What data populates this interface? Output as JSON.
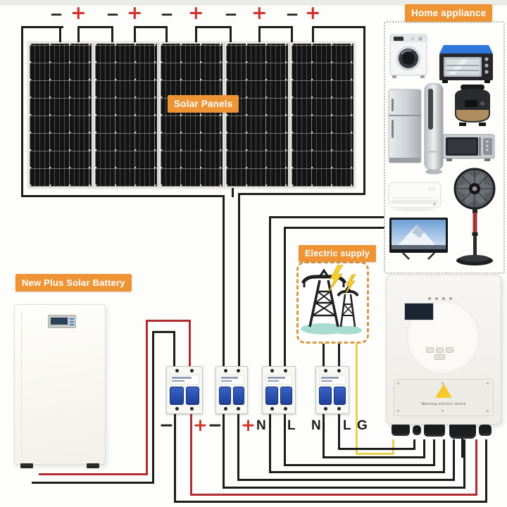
{
  "badges": {
    "solar_panels": "Solar Panels",
    "home_appliance": "Home appliance",
    "battery": "New Plus Solar Battery",
    "electric_supply": "Electric supply"
  },
  "panel_string": {
    "panel_count": 5,
    "terminals": [
      "−",
      "+",
      "−",
      "+",
      "−",
      "+",
      "−",
      "+",
      "−",
      "+"
    ]
  },
  "breakers": {
    "breaker_count": 4,
    "output_labels": [
      "−",
      "+",
      "−",
      "+",
      "N",
      "L",
      "N",
      "L",
      "G"
    ]
  },
  "inverter": {
    "warning_text": "Warning electric shock",
    "warning_symbol": "⚡"
  },
  "home_appliances": {
    "items": [
      "washing-machine",
      "toaster-oven",
      "refrigerator",
      "floor-standing-ac",
      "rice-cooker",
      "microwave-oven",
      "wall-air-conditioner",
      "standing-fan",
      "television"
    ]
  },
  "colors": {
    "badge_orange": "#ee9435",
    "wire_black": "#1c1c1c",
    "wire_red": "#b22b2e",
    "wire_ground_yellow": "#ecd04f",
    "breaker_toggle_blue": "#2a55c0",
    "terminal_plus_red": "#d2312b",
    "ground_shadow_teal": "#a9dcd0"
  }
}
